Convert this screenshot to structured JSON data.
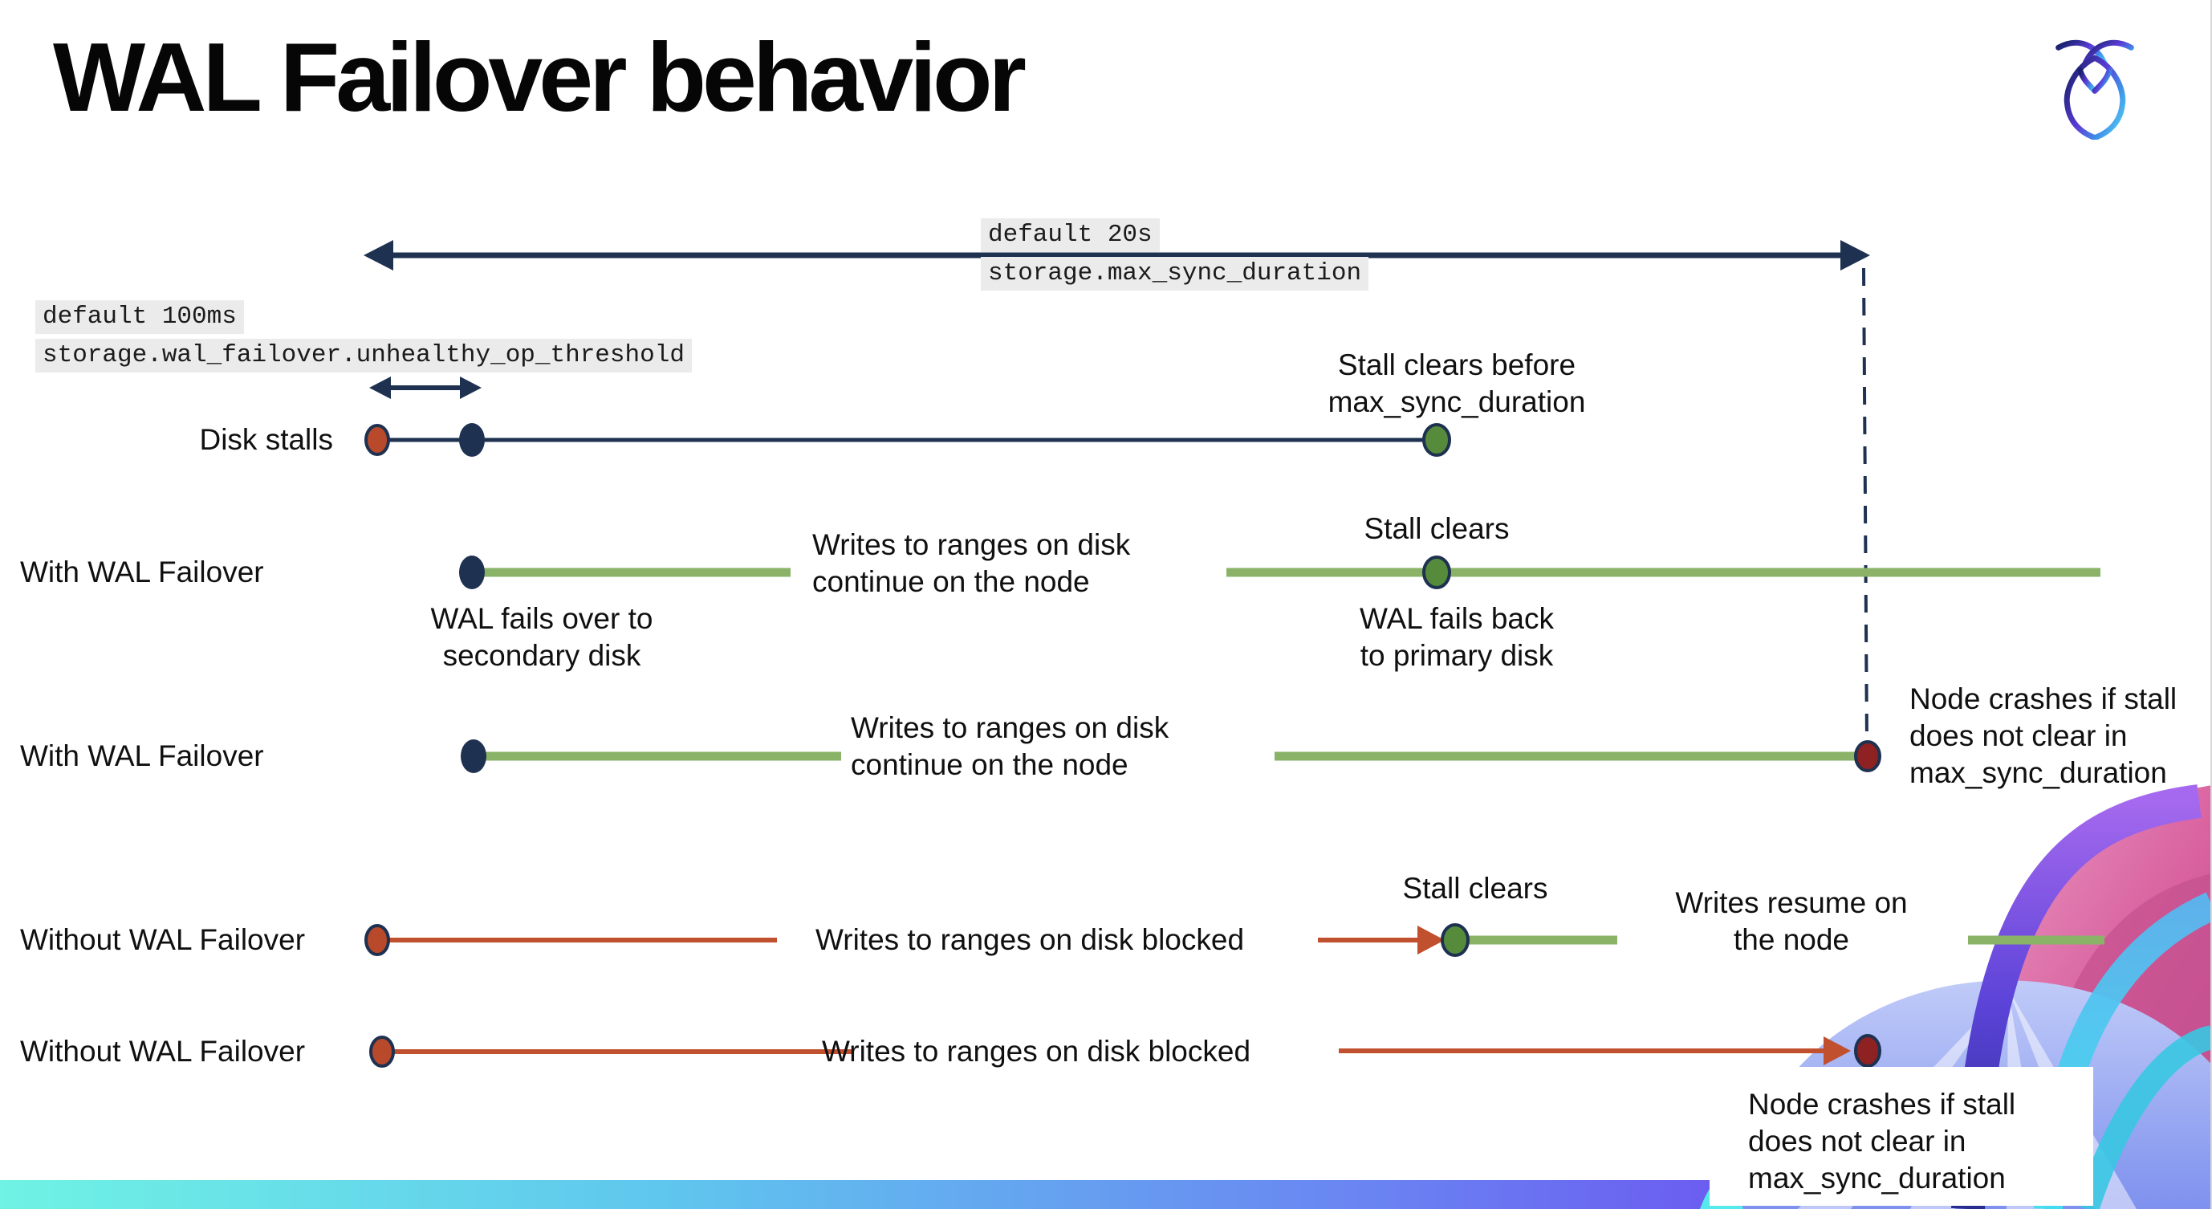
{
  "title": "WAL Failover behavior",
  "logo": {
    "name": "cockroachdb-logo-mark"
  },
  "colors": {
    "navy": "#1e3151",
    "green_line": "#8ab368",
    "green_dot": "#568b3b",
    "red_line": "#c0502e",
    "red_dot": "#b84a2b",
    "crash_red": "#8e2121",
    "highlight_bg": "#ebebeb",
    "footer_gradient": [
      "#6ff3e4",
      "#5fc6ee",
      "#6a84f2",
      "#7e4af0"
    ]
  },
  "config_labels": {
    "max_sync_duration": {
      "default_line": "default 20s",
      "setting_line": "storage.max_sync_duration"
    },
    "unhealthy_op_threshold": {
      "default_line": "default 100ms",
      "setting_line": "storage.wal_failover.unhealthy_op_threshold"
    }
  },
  "row_labels": {
    "disk_stalls": "Disk stalls",
    "with_wal_1": "With WAL Failover",
    "with_wal_2": "With WAL Failover",
    "without_wal_1": "Without WAL Failover",
    "without_wal_2": "Without WAL Failover"
  },
  "annotations": {
    "stall_clears_before": "Stall clears before\nmax_sync_duration",
    "wal_fails_over": "WAL fails over to\nsecondary disk",
    "writes_continue_1": "Writes to ranges on disk\ncontinue on the node",
    "stall_clears_1": "Stall clears",
    "wal_fails_back": "WAL fails  back\nto primary disk",
    "writes_continue_2": "Writes to ranges on disk\ncontinue on the node",
    "node_crashes_1": "Node crashes if stall\ndoes not clear in\nmax_sync_duration",
    "writes_blocked_1": "Writes to ranges on disk  blocked",
    "stall_clears_2": "Stall clears",
    "writes_resume": "Writes resume on\nthe node",
    "writes_blocked_2": "Writes to ranges on disk  blocked",
    "node_crashes_2": "Node crashes if stall\ndoes not clear in\nmax_sync_duration"
  }
}
